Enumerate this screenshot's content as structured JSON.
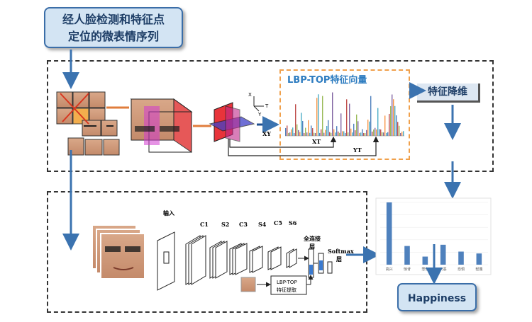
{
  "title_box": {
    "line1": "经人脸检测和特征点",
    "line2": "定位的微表情序列"
  },
  "lbp_top_label": "LBP-TOP特征向量",
  "dim_reduction_label": "特征降维",
  "plane_labels": {
    "xy": "XY",
    "xt": "XT",
    "yt": "YT"
  },
  "axis_labels": {
    "x": "X",
    "y": "Y",
    "t": "T"
  },
  "cnn": {
    "input": "输入",
    "layers": [
      "C1",
      "S2",
      "C3",
      "S4",
      "C5",
      "S6"
    ],
    "fc": "全连接\n层",
    "softmax": "Softmax\n层",
    "lbp_extract": "LBP-TOP\n特征提取"
  },
  "result_chart": {
    "categories": [
      "高兴",
      "惊讶",
      "悲伤",
      "厌恶",
      "恐惧",
      "轻蔑"
    ],
    "values": [
      100,
      30,
      13,
      32,
      21,
      18
    ],
    "color": "#4f81bd"
  },
  "result_label": "Happiness",
  "colors": {
    "arrow": "#3b73b0",
    "accent_orange": "#f0a04b",
    "box_fill": "#d3e4f3"
  }
}
